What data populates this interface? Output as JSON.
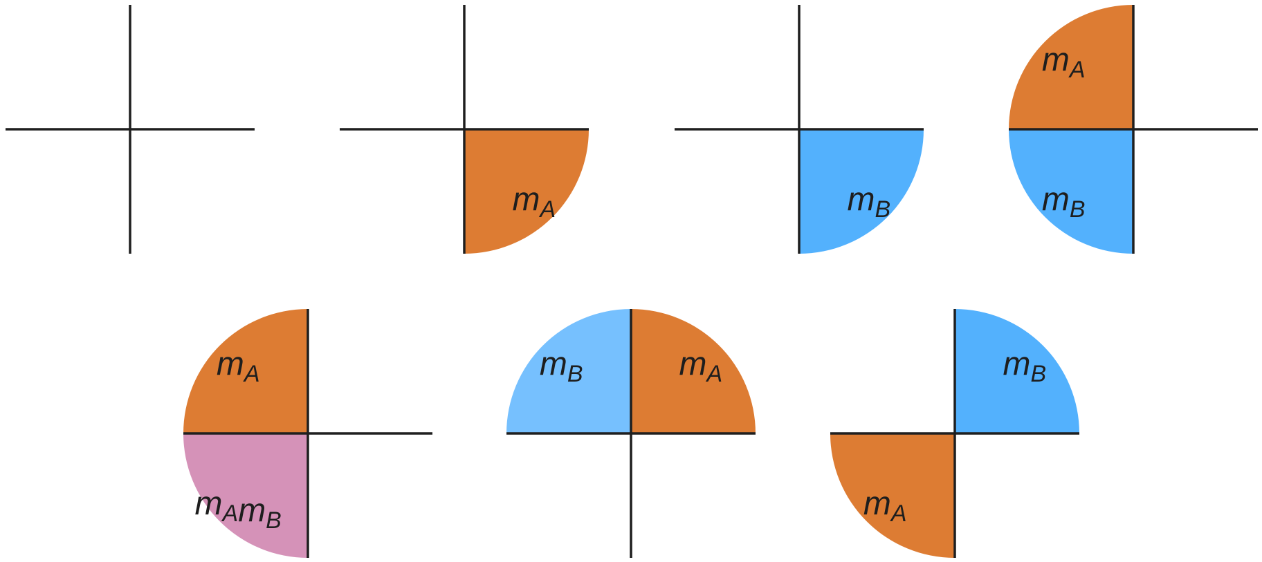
{
  "colors": {
    "orange": "#dd7c33",
    "blue": "#53b1fd",
    "light_blue": "#76c0fe",
    "pink": "#d592b8",
    "axis": "#1f1f1f"
  },
  "panels": [
    {
      "name": "panel-1-empty",
      "sectors": []
    },
    {
      "name": "panel-2-ma",
      "sectors": [
        {
          "quadrant": "bottom-right",
          "color": "orange",
          "label": [
            [
              "m",
              "A"
            ]
          ]
        }
      ]
    },
    {
      "name": "panel-3-mb",
      "sectors": [
        {
          "quadrant": "bottom-right",
          "color": "blue",
          "label": [
            [
              "m",
              "B"
            ]
          ]
        }
      ]
    },
    {
      "name": "panel-4-ma-mb",
      "sectors": [
        {
          "quadrant": "top-left",
          "color": "orange",
          "label": [
            [
              "m",
              "A"
            ]
          ]
        },
        {
          "quadrant": "bottom-left",
          "color": "blue",
          "label": [
            [
              "m",
              "B"
            ]
          ]
        }
      ]
    },
    {
      "name": "panel-5-ma-mamb",
      "sectors": [
        {
          "quadrant": "top-left",
          "color": "orange",
          "label": [
            [
              "m",
              "A"
            ]
          ]
        },
        {
          "quadrant": "bottom-left",
          "color": "pink",
          "label": [
            [
              "m",
              "A"
            ],
            [
              "m",
              "B"
            ]
          ]
        }
      ]
    },
    {
      "name": "panel-6-mb-ma",
      "sectors": [
        {
          "quadrant": "top-left",
          "color": "light_blue",
          "label": [
            [
              "m",
              "B"
            ]
          ]
        },
        {
          "quadrant": "top-right",
          "color": "orange",
          "label": [
            [
              "m",
              "A"
            ]
          ]
        }
      ]
    },
    {
      "name": "panel-7-mb-ma",
      "sectors": [
        {
          "quadrant": "top-right",
          "color": "blue",
          "label": [
            [
              "m",
              "B"
            ]
          ]
        },
        {
          "quadrant": "bottom-left",
          "color": "orange",
          "label": [
            [
              "m",
              "A"
            ]
          ]
        }
      ]
    }
  ]
}
